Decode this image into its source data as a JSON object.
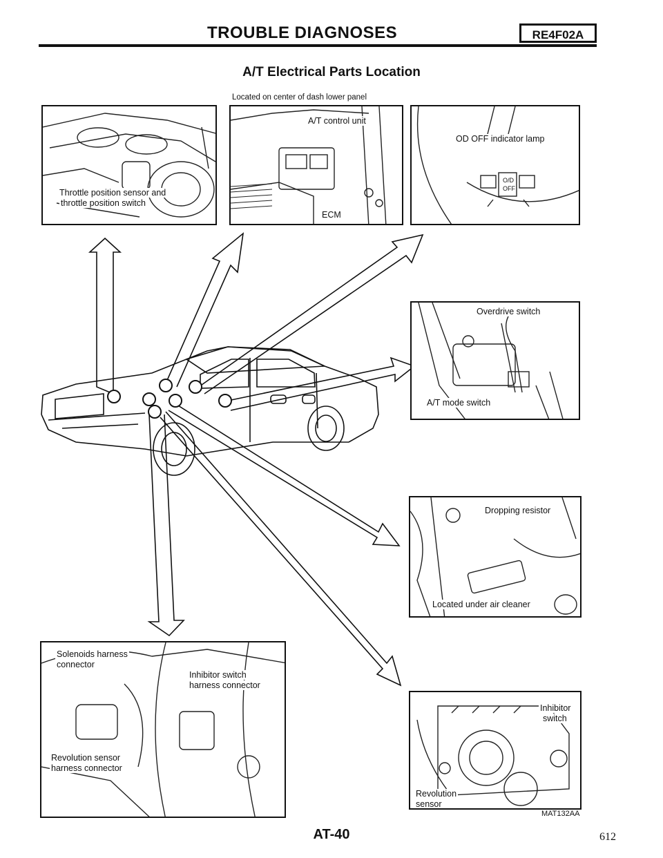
{
  "header": {
    "title": "TROUBLE DIAGNOSES",
    "code": "RE4F02A"
  },
  "subtitle": "A/T Electrical Parts Location",
  "panels": {
    "throttle": {
      "label_line1": "Throttle position sensor and",
      "label_line2": "throttle position switch"
    },
    "dash": {
      "note": "Located on center of dash lower panel",
      "tcu_label": "A/T control unit",
      "ecm_label": "ECM"
    },
    "indicator": {
      "label": "OD OFF indicator lamp",
      "lamp_top": "O/D",
      "lamp_bottom": "OFF"
    },
    "overdrive": {
      "od_label": "Overdrive switch",
      "mode_label": "A/T mode switch"
    },
    "resistor": {
      "label": "Dropping resistor",
      "note": "Located under air cleaner"
    },
    "solenoid": {
      "solenoid_line1": "Solenoids harness",
      "solenoid_line2": "connector",
      "inhibitor_line1": "Inhibitor switch",
      "inhibitor_line2": "harness connector",
      "revolution_line1": "Revolution sensor",
      "revolution_line2": "harness connector"
    },
    "transaxle": {
      "inhibitor_line1": "Inhibitor",
      "inhibitor_line2": "switch",
      "revolution_line1": "Revolution",
      "revolution_line2": "sensor"
    }
  },
  "figure_ref": "MAT132AA",
  "footer": {
    "page_code": "AT-40",
    "page_number": "612"
  }
}
